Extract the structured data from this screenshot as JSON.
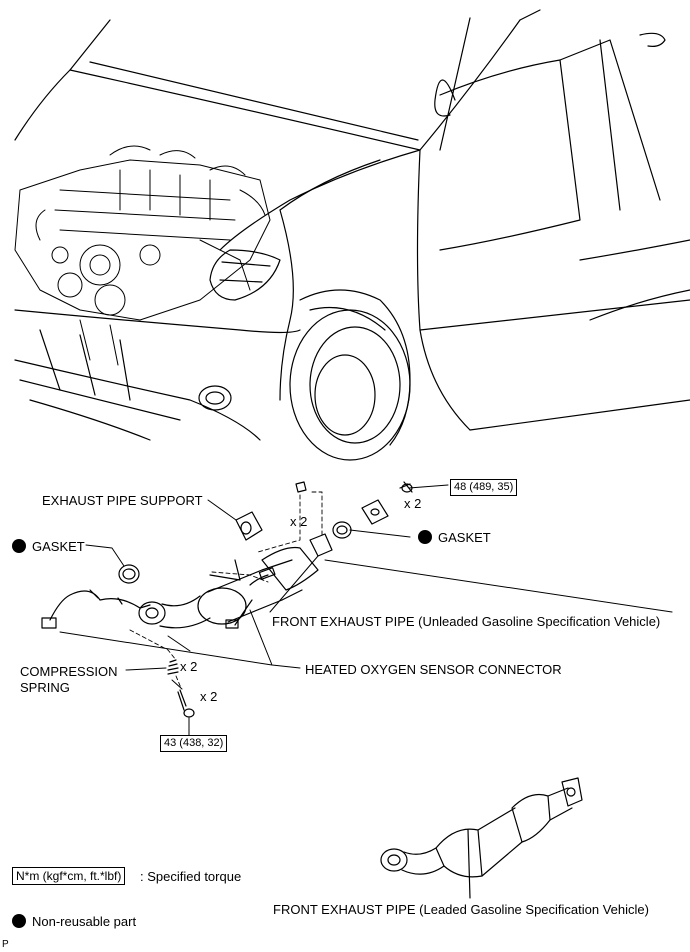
{
  "labels": {
    "exhaust_pipe_support": "EXHAUST PIPE SUPPORT",
    "gasket_left": "GASKET",
    "gasket_right": "GASKET",
    "front_exhaust_pipe_unleaded": "FRONT EXHAUST PIPE (Unleaded Gasoline Specification Vehicle)",
    "heated_oxygen_sensor_connector": "HEATED OXYGEN SENSOR CONNECTOR",
    "compression_spring_line1": "COMPRESSION",
    "compression_spring_line2": "SPRING",
    "front_exhaust_pipe_leaded": "FRONT EXHAUST PIPE (Leaded Gasoline Specification Vehicle)",
    "qty_nut_support": "x 2",
    "qty_bolt_flange": "x 2",
    "qty_spring": "x 2",
    "qty_bolt_bottom": "x 2",
    "corner_mark": "P"
  },
  "torques": {
    "upper": "48 (489, 35)",
    "lower": "43 (438, 32)"
  },
  "legend": {
    "torque_unit": "N*m (kgf*cm, ft.*lbf)",
    "torque_desc": ": Specified torque",
    "nonreusable_desc": "Non-reusable part"
  }
}
